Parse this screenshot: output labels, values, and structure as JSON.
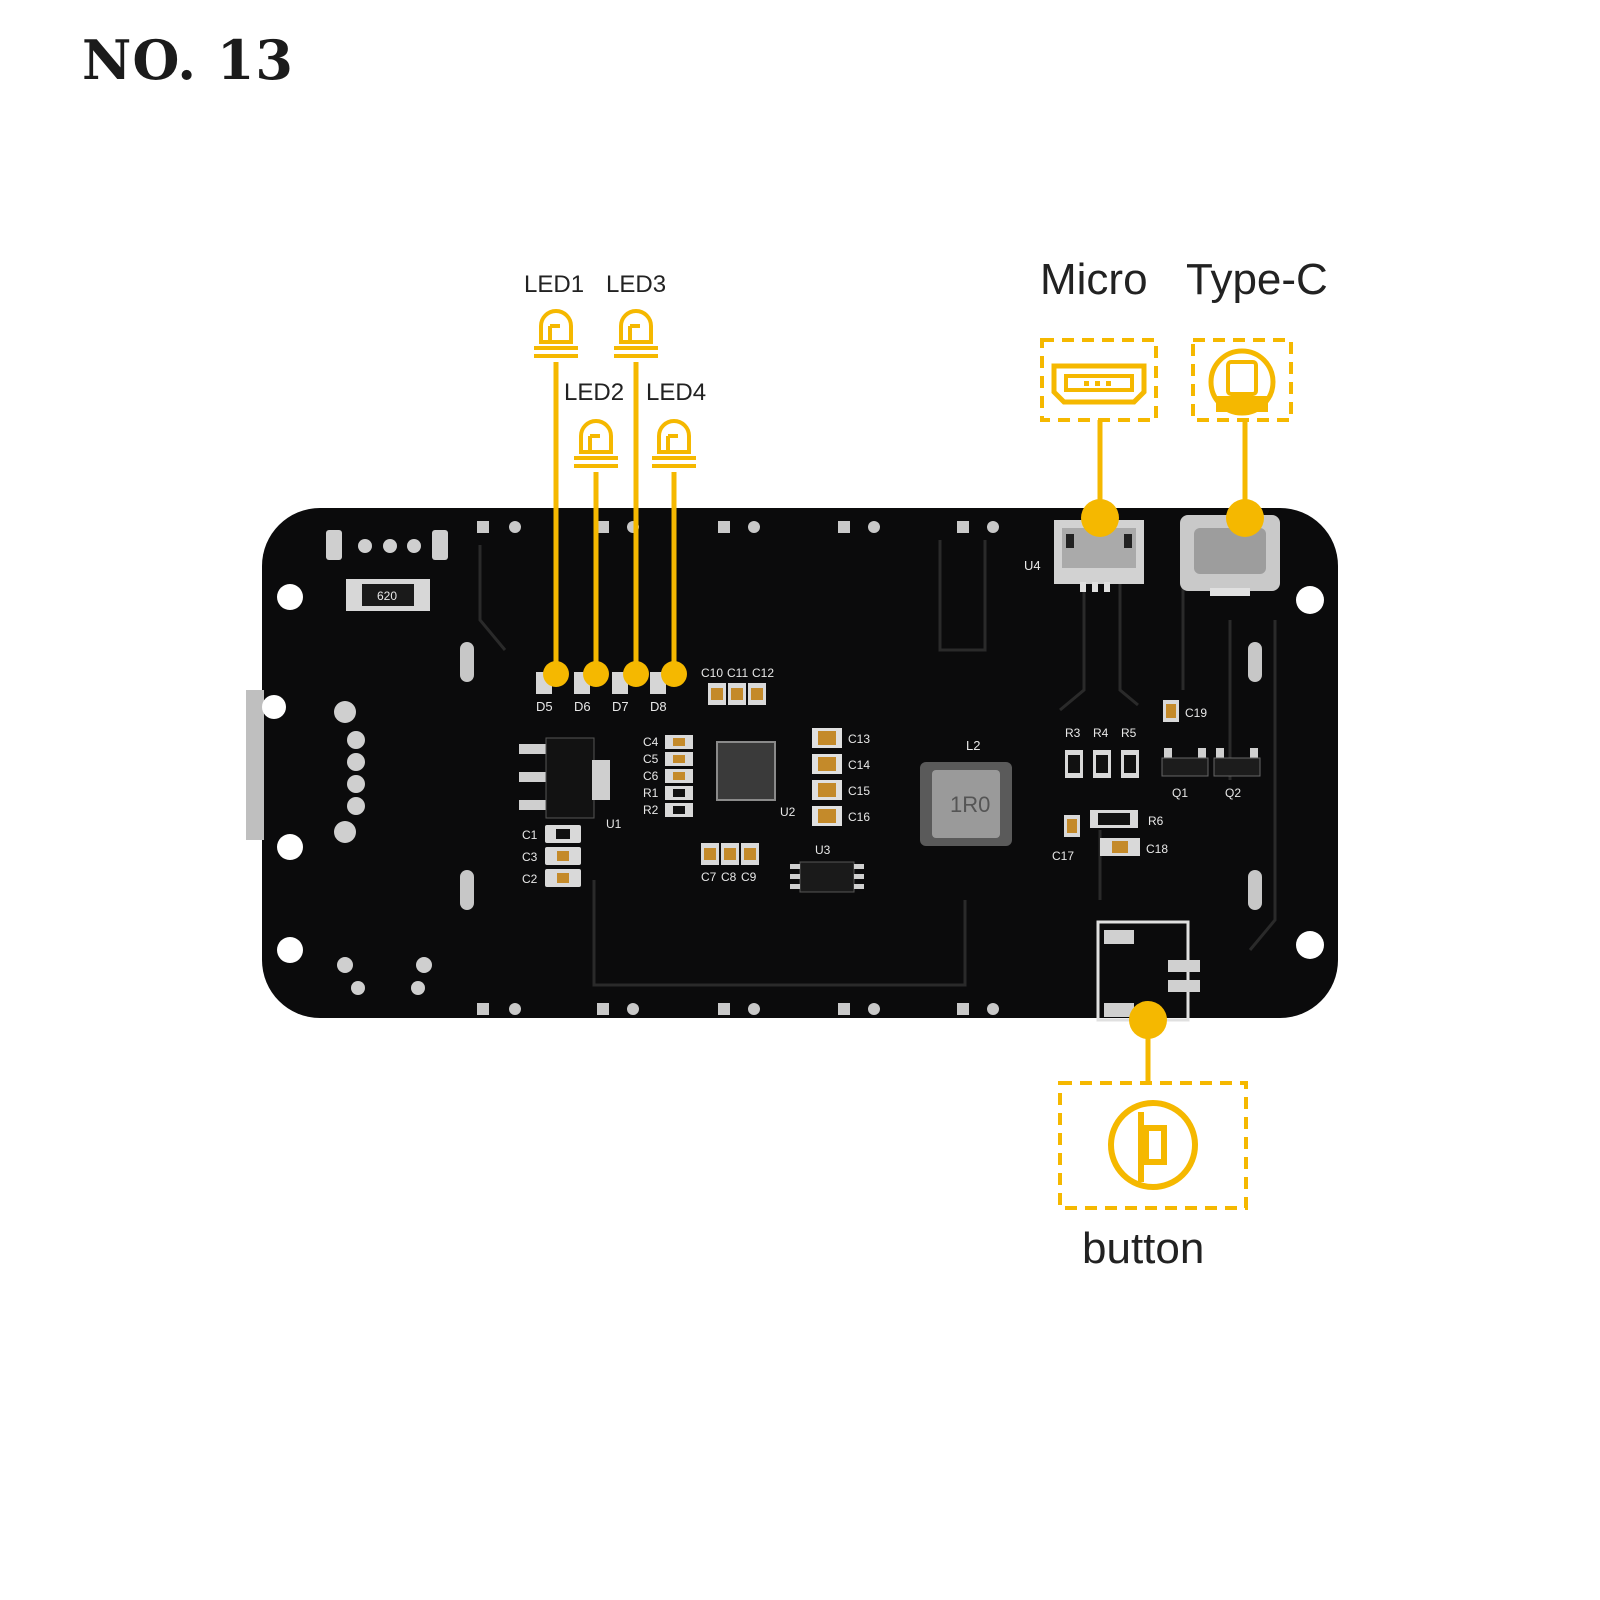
{
  "title": "NO. 13",
  "accent_color": "#f5b800",
  "pcb_color": "#0b0b0c",
  "led_labels": [
    "LED1",
    "LED2",
    "LED3",
    "LED4"
  ],
  "port_labels": {
    "micro": "Micro",
    "typec": "Type-C"
  },
  "button_label": "button",
  "silkscreen": {
    "leds": [
      "D5",
      "D6",
      "D7",
      "D8"
    ],
    "caps_top": [
      "C10",
      "C11",
      "C12"
    ],
    "caps_left": [
      "C4",
      "C5",
      "C6",
      "R1",
      "R2"
    ],
    "caps_right": [
      "C13",
      "C14",
      "C15",
      "C16"
    ],
    "caps_bottom": [
      "C7",
      "C8",
      "C9"
    ],
    "u1_caps": [
      "C1",
      "C3",
      "C2"
    ],
    "u1": "U1",
    "u2": "U2",
    "u3": "U3",
    "u4": "U4",
    "l2": "L2",
    "inductor_code": "1R0",
    "resistor_code": "620",
    "resistors": [
      "R3",
      "R4",
      "R5"
    ],
    "c19": "C19",
    "q1": "Q1",
    "q2": "Q2",
    "r6": "R6",
    "c17": "C17",
    "c18": "C18"
  }
}
